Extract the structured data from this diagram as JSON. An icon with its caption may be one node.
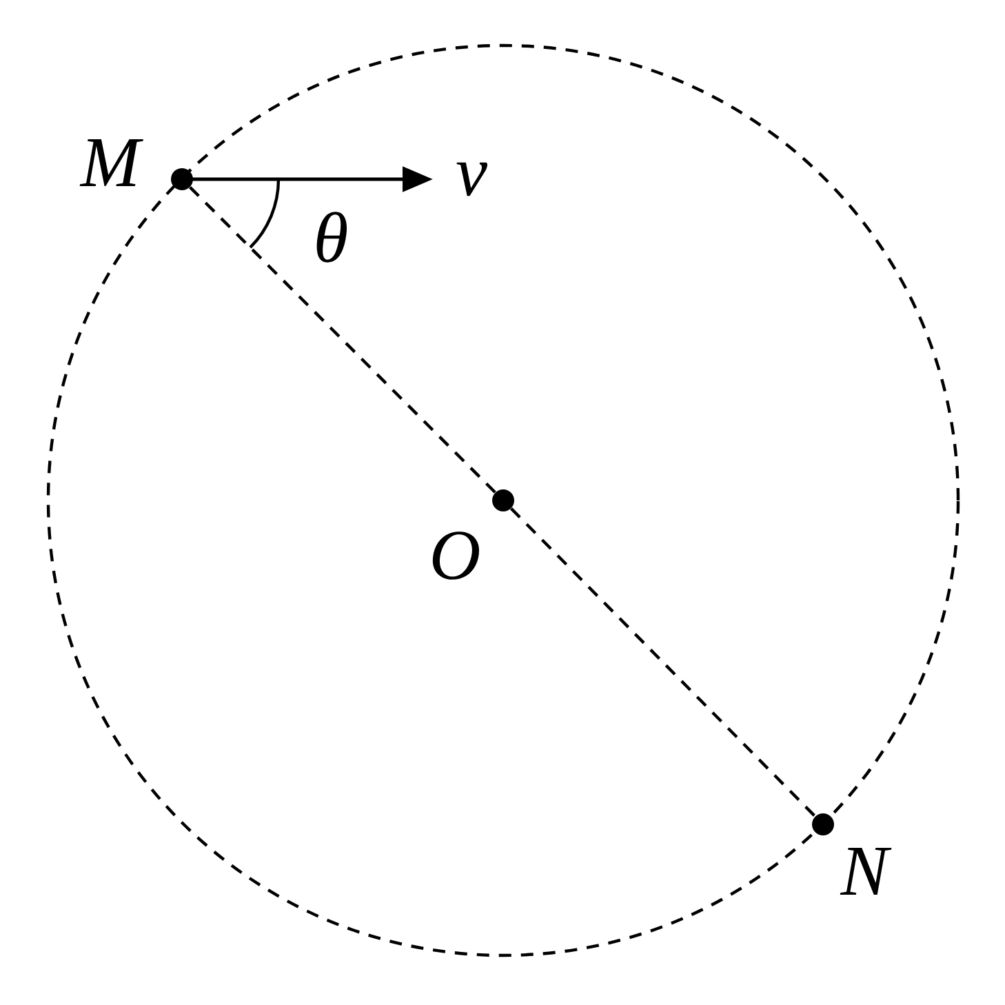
{
  "diagram": {
    "nodes": [
      {
        "text": [
          "M"
        ]
      },
      {
        "text": [
          "O"
        ]
      },
      {
        "text": [
          "N"
        ]
      }
    ],
    "edges": [
      {
        "from": 0,
        "to": 1,
        "arrow": "none",
        "style": "dashed"
      },
      {
        "from": 1,
        "to": 2,
        "arrow": "none",
        "style": "dashed"
      }
    ],
    "labels": [
      "v",
      "θ"
    ]
  }
}
